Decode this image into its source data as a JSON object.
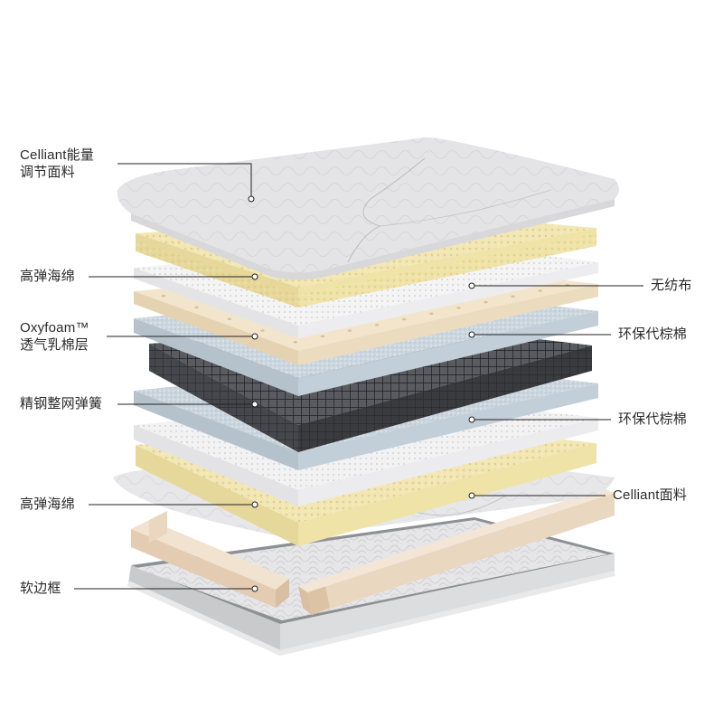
{
  "layers": [
    {
      "label": "Celliant能量\n调节面料"
    },
    {
      "label": "高弹海绵"
    },
    {
      "label": "无纺布"
    },
    {
      "label": "Oxyfoam™\n透气乳棉层"
    },
    {
      "label": "环保代棕棉"
    },
    {
      "label": "精钢整网弹簧"
    },
    {
      "label": "环保代棕棉"
    },
    {
      "label": "高弹海绵"
    },
    {
      "label": "Celliant面料"
    },
    {
      "label": "软边框"
    }
  ],
  "colors": {
    "fabric": "#eeeeef",
    "foam_yellow": "#efe3a8",
    "latex": "#efe0c5",
    "palm_blue": "#c7d3dc",
    "spring": "#3a3b3f",
    "frame": "#ead7c0",
    "base_gray": "#b9babc",
    "leader": "#222222"
  }
}
